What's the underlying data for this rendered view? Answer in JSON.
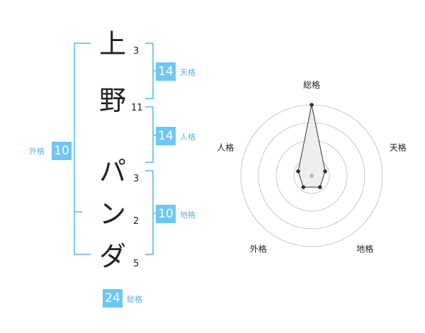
{
  "name": {
    "characters": [
      {
        "char": "上",
        "strokes": "3"
      },
      {
        "char": "野",
        "strokes": "11"
      },
      {
        "char": "パ",
        "strokes": "3"
      },
      {
        "char": "ン",
        "strokes": "2"
      },
      {
        "char": "ダ",
        "strokes": "5"
      }
    ]
  },
  "scores": {
    "tenkaku": {
      "value": "14",
      "label": "天格"
    },
    "jinkaku": {
      "value": "14",
      "label": "人格"
    },
    "chikaku": {
      "value": "10",
      "label": "地格"
    },
    "gaikaku": {
      "value": "10",
      "label": "外格"
    },
    "soukaku": {
      "value": "24",
      "label": "総格"
    }
  },
  "chart_data": {
    "type": "radar",
    "axes": [
      "総格",
      "天格",
      "地格",
      "外格",
      "人格"
    ],
    "values": [
      5,
      1,
      1,
      1,
      1
    ],
    "max": 5,
    "rings": 4,
    "colors": {
      "fill": "#eeeeee",
      "line": "#333333",
      "grid": "#bbbbbb",
      "center": "#bbbbbb"
    }
  }
}
